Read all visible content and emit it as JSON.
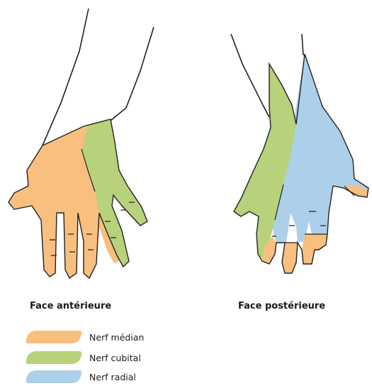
{
  "captions": {
    "anterior": "Face antérieure",
    "posterior": "Face postérieure"
  },
  "legend": [
    {
      "label": "Nerf médian",
      "color": "#f8bf7f"
    },
    {
      "label": "Nerf cubital",
      "color": "#b7d27a"
    },
    {
      "label": "Nerf radial",
      "color": "#acd0ea"
    }
  ],
  "colors": {
    "median": "#f8bf7f",
    "cubital": "#b7d27a",
    "radial": "#acd0ea",
    "outline": "#222222"
  }
}
